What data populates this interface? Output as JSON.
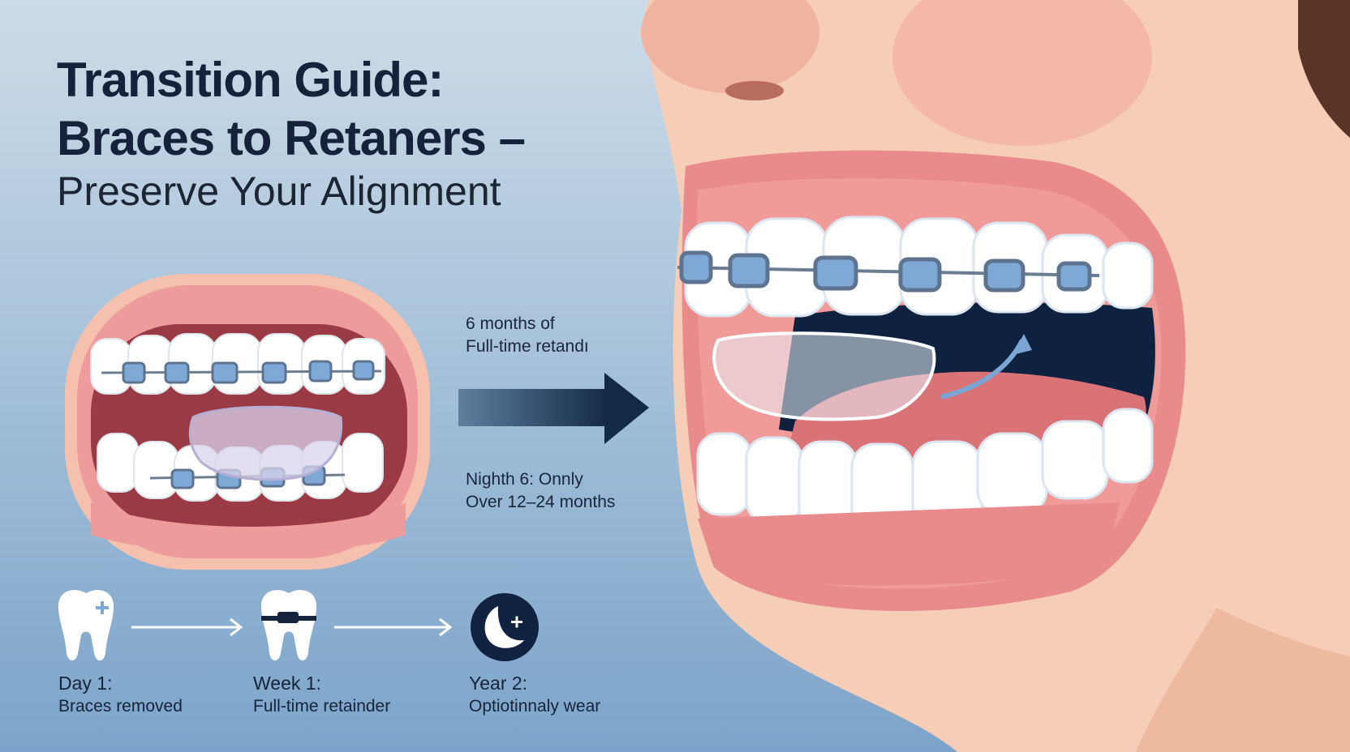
{
  "title_line1": "Transition Guide:",
  "title_line2": "Braces to Retaners –",
  "subtitle": "Preserve Your Alignment",
  "phase_top": {
    "line1": "6 months of",
    "line2": "Full-time retandı"
  },
  "phase_bottom": {
    "line1": "Nighth 6: Onnly",
    "line2": "Over 12–24 months"
  },
  "timeline": [
    {
      "heading": "Day 1:",
      "detail": "Braces removed",
      "icon": "tooth-plus-icon"
    },
    {
      "heading": "Week 1:",
      "detail": "Full-time retainder",
      "icon": "tooth-retainer-icon"
    },
    {
      "heading": "Year 2:",
      "detail": "Optiotinnaly wear",
      "icon": "moon-icon"
    }
  ],
  "colors": {
    "background_top": "#c9d9e6",
    "background_bottom": "#7fa6cb",
    "text_dark": "#14233a",
    "skin": "#f5cbb3",
    "gum": "#e98f90",
    "bracket": "#7ea8d6",
    "mouth_dark": "#0e2240"
  }
}
